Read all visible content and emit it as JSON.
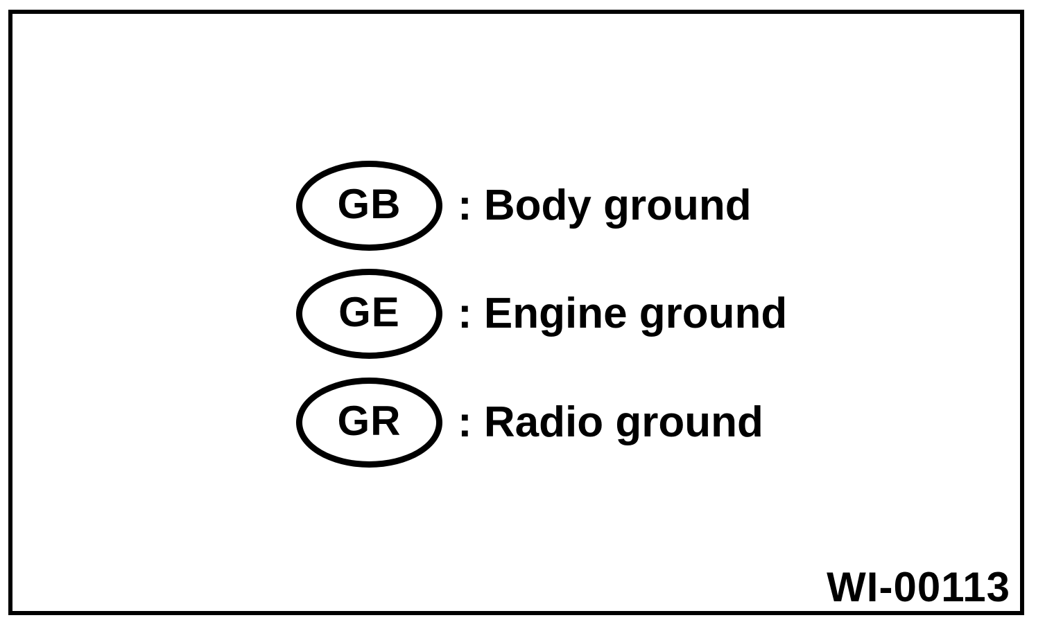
{
  "figure": {
    "legend_items": [
      {
        "symbol": "GB",
        "label": ": Body ground"
      },
      {
        "symbol": "GE",
        "label": ": Engine ground"
      },
      {
        "symbol": "GR",
        "label": ": Radio ground"
      }
    ],
    "figure_code": "WI-00113",
    "colors": {
      "line": "#000000",
      "background": "#ffffff"
    }
  }
}
